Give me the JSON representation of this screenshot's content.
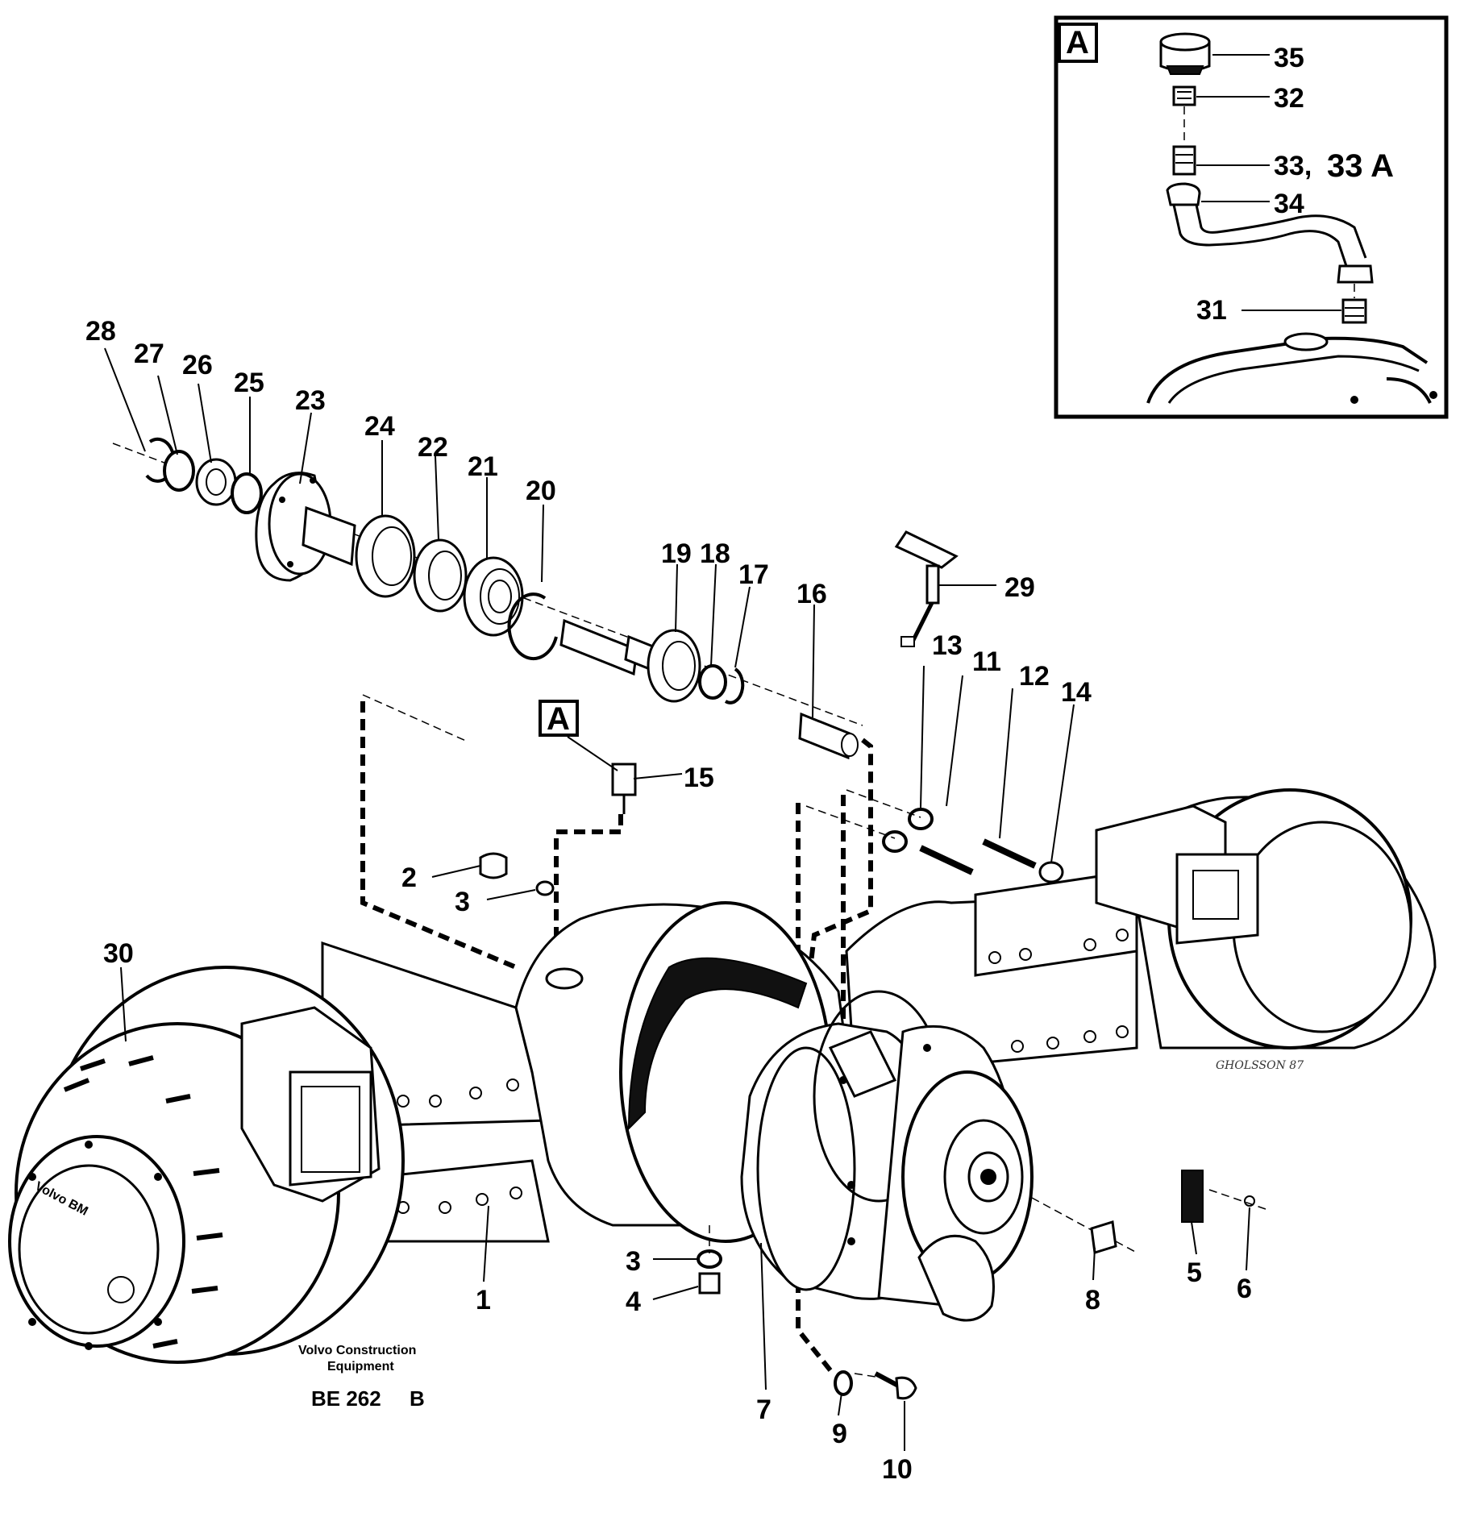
{
  "inset": {
    "label": "A",
    "callouts": {
      "c35": "35",
      "c32": "32",
      "c33": "33,",
      "c33a": "33 A",
      "c34": "34",
      "c31": "31"
    }
  },
  "flag": {
    "label": "A"
  },
  "callouts": {
    "c1": "1",
    "c2": "2",
    "c3a": "3",
    "c3b": "3",
    "c4": "4",
    "c5": "5",
    "c6": "6",
    "c7": "7",
    "c8": "8",
    "c9": "9",
    "c10": "10",
    "c11": "11",
    "c12": "12",
    "c13": "13",
    "c14": "14",
    "c15": "15",
    "c16": "16",
    "c17": "17",
    "c18": "18",
    "c19": "19",
    "c20": "20",
    "c21": "21",
    "c22": "22",
    "c23": "23",
    "c24": "24",
    "c25": "25",
    "c26": "26",
    "c27": "27",
    "c28": "28",
    "c29": "29",
    "c30": "30"
  },
  "footer": {
    "line1": "Volvo Construction",
    "line2": "Equipment",
    "code": "BE 262",
    "revision": "B"
  },
  "hub_cap_text": "Volvo BM",
  "artist_signature": "GHOLSSON 87"
}
